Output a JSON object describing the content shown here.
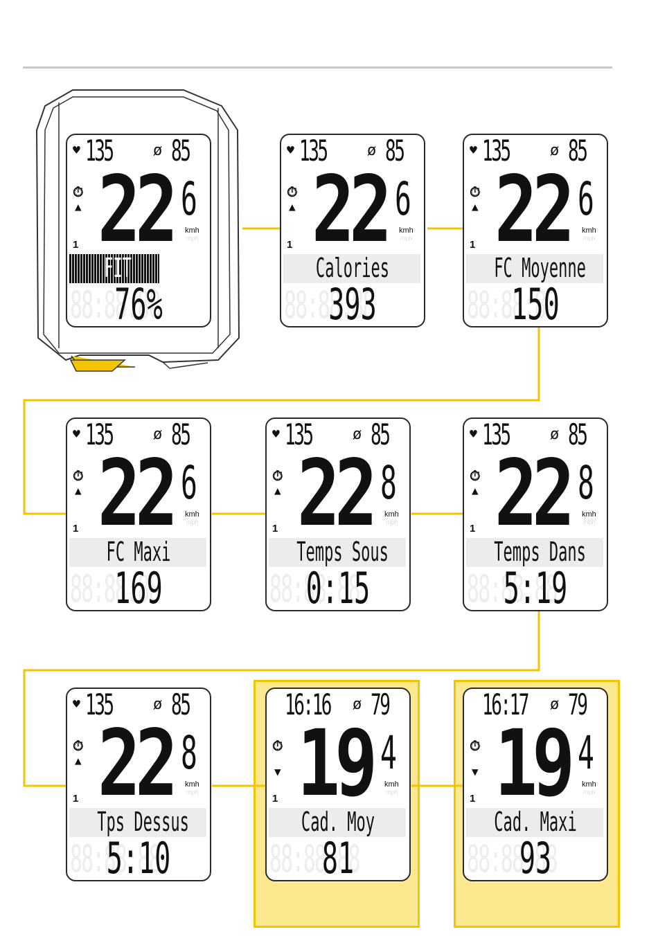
{
  "screens": [
    {
      "id": "fit",
      "top_left": "135",
      "top_right": "85",
      "speed": "22",
      "speed_frac": "6",
      "unit": "kmh",
      "unit2": "mph",
      "label": "FIT",
      "value": "76%"
    },
    {
      "id": "calories",
      "top_left": "135",
      "top_right": "85",
      "speed": "22",
      "speed_frac": "6",
      "unit": "kmh",
      "unit2": "mph",
      "label": "Calories",
      "value": "393"
    },
    {
      "id": "fc-moyenne",
      "top_left": "135",
      "top_right": "85",
      "speed": "22",
      "speed_frac": "6",
      "unit": "kmh",
      "unit2": "mph",
      "label": "FC Moyenne",
      "value": "150"
    },
    {
      "id": "fc-maxi",
      "top_left": "135",
      "top_right": "85",
      "speed": "22",
      "speed_frac": "6",
      "unit": "kmh",
      "unit2": "mph",
      "label": "FC Maxi",
      "value": "169"
    },
    {
      "id": "temps-sous",
      "top_left": "135",
      "top_right": "85",
      "speed": "22",
      "speed_frac": "8",
      "unit": "kmh",
      "unit2": "mph",
      "label": "Temps Sous",
      "value": "0:15"
    },
    {
      "id": "temps-dans",
      "top_left": "135",
      "top_right": "85",
      "speed": "22",
      "speed_frac": "8",
      "unit": "kmh",
      "unit2": "mph",
      "label": "Temps Dans",
      "value": "5:19"
    },
    {
      "id": "tps-dessus",
      "top_left": "135",
      "top_right": "85",
      "speed": "22",
      "speed_frac": "8",
      "unit": "kmh",
      "unit2": "mph",
      "label": "Tps Dessus",
      "value": "5:10"
    },
    {
      "id": "cad-moy",
      "top_left": "16:16",
      "top_right": "79",
      "speed": "19",
      "speed_frac": "4",
      "unit": "kmh",
      "unit2": "mph",
      "label": "Cad. Moy",
      "value": "81"
    },
    {
      "id": "cad-maxi",
      "top_left": "16:17",
      "top_right": "79",
      "speed": "19",
      "speed_frac": "4",
      "unit": "kmh",
      "unit2": "mph",
      "label": "Cad. Maxi",
      "value": "93"
    }
  ],
  "icons": {
    "heart": "heart-icon",
    "cadence": "cadence-icon",
    "stopwatch": "stopwatch-icon",
    "arrow": "trend-arrow-icon"
  },
  "colors": {
    "connector": "#f2c500",
    "highlight": "#fce98f",
    "lcd_ghost": "#e6e6e6",
    "text": "#111111"
  }
}
